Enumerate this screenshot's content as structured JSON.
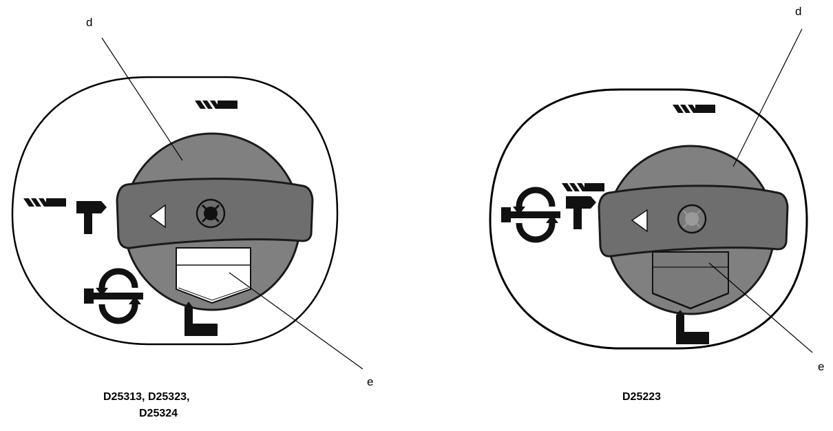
{
  "figures": [
    {
      "caption_line1": "D25313, D25323,",
      "caption_line2": "D25324",
      "callout_selector": "d",
      "callout_lock_button": "e"
    },
    {
      "caption_line1": "D25223",
      "callout_selector": "d",
      "callout_lock_button": "e"
    }
  ],
  "colors": {
    "knob_gray": "#808080",
    "lever_gray": "#6e6e6e",
    "outline": "#1a1a1a",
    "icon": "#111111"
  },
  "icons": [
    "chisel-icon",
    "hammer-drill-icon",
    "rotary-lock-icon",
    "hammer-only-icon"
  ]
}
